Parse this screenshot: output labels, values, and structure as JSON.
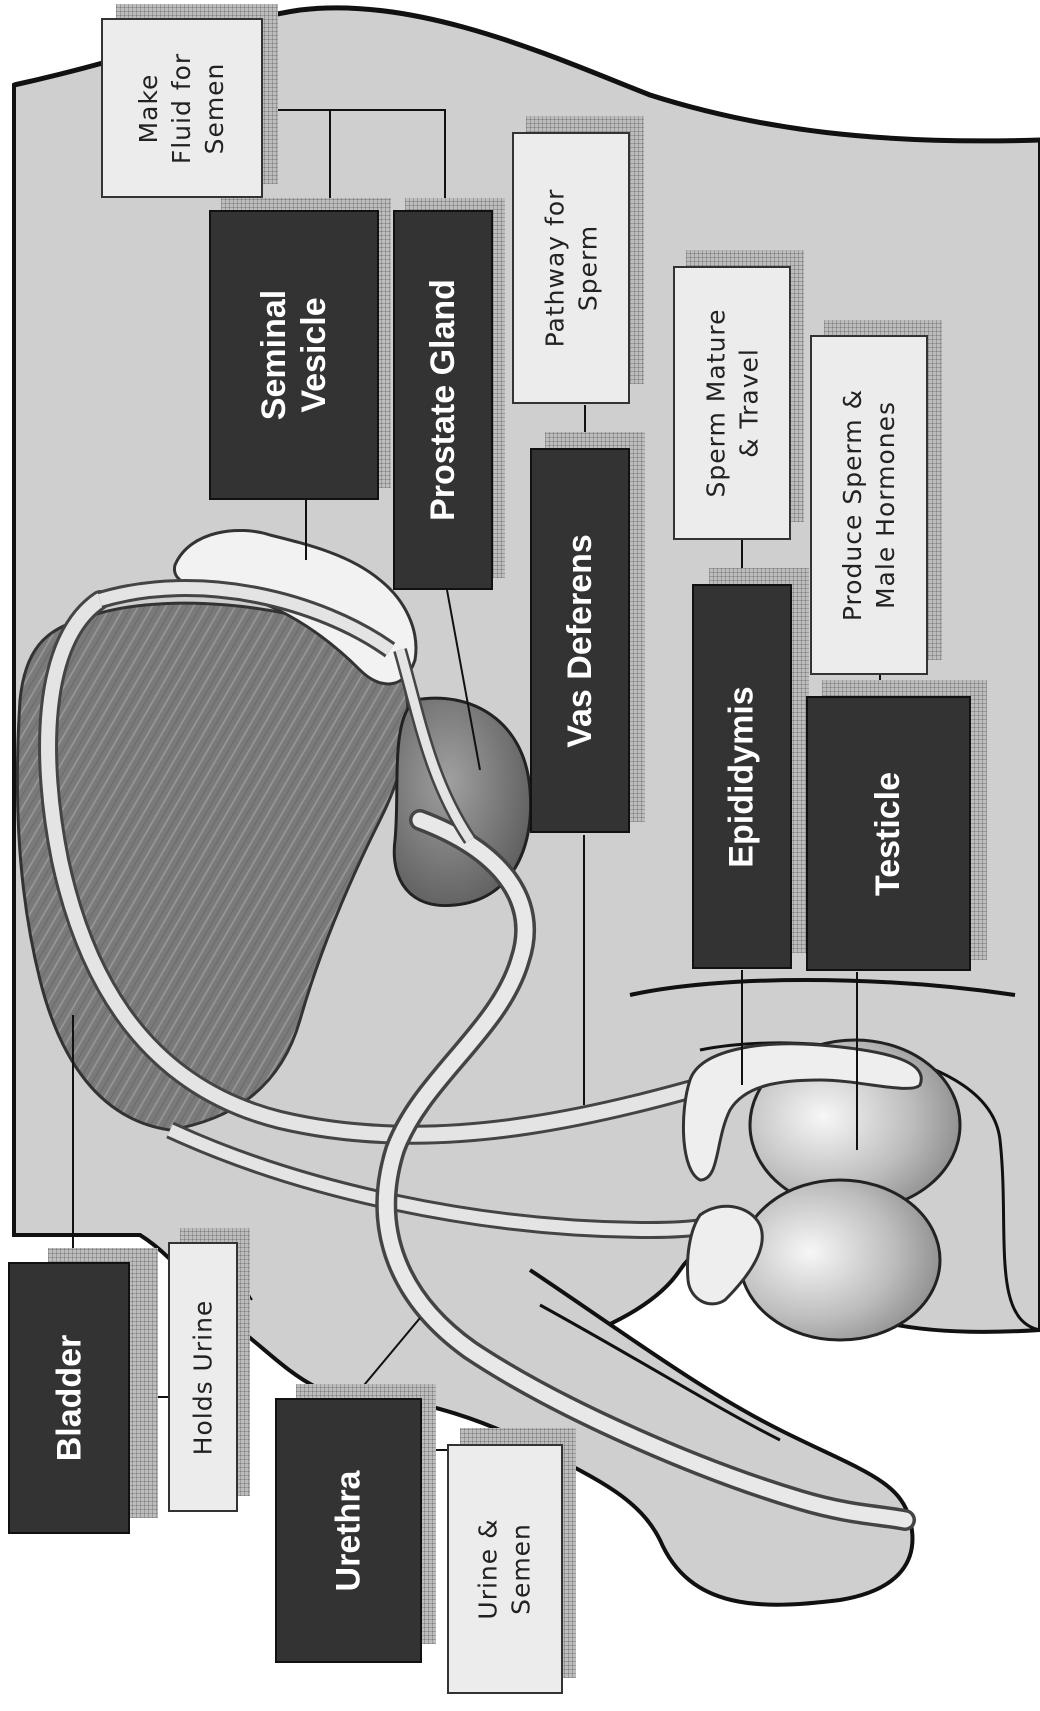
{
  "diagram": {
    "labels": {
      "fluid": "Make\nFluid for\nSemen",
      "seminal_vesicle": "Seminal\nVesicle",
      "prostate_gland": "Prostate Gland",
      "pathway": "Pathway for\nSperm",
      "vas_deferens": "Vas Deferens",
      "sperm_mature": "Sperm Mature\n& Travel",
      "epididymis": "Epididymis",
      "produce_sperm": "Produce Sperm &\nMale Hormones",
      "testicle": "Testicle",
      "bladder": "Bladder",
      "holds_urine": "Holds Urine",
      "urethra": "Urethra",
      "urine_semen": "Urine &\nSemen"
    }
  }
}
